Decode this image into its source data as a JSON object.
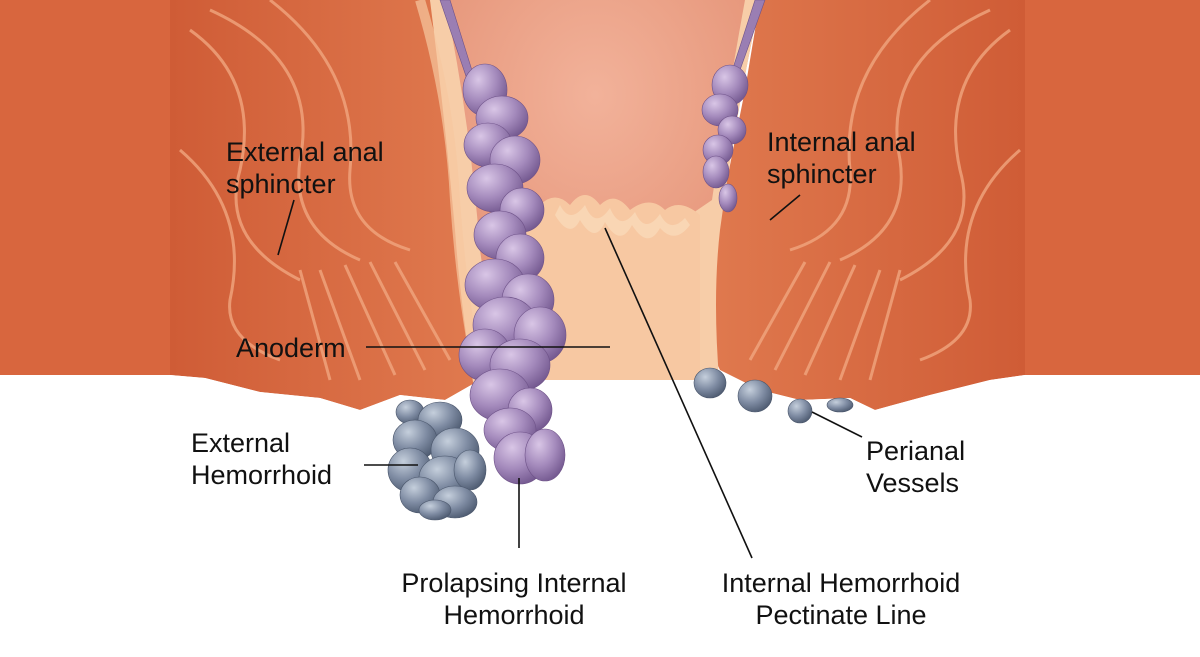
{
  "labels": {
    "external_anal_sphincter": [
      "External anal",
      "sphincter"
    ],
    "internal_anal_sphincter": [
      "Internal anal",
      "sphincter"
    ],
    "anoderm": "Anoderm",
    "external_hemorrhoid": [
      "External",
      "Hemorrhoid"
    ],
    "perianal_vessels": [
      "Perianal",
      "Vessels"
    ],
    "prolapsing_internal_hemorrhoid": [
      "Prolapsing Internal",
      "Hemorrhoid"
    ],
    "internal_hemorrhoid_pectinate_line": [
      "Internal Hemorrhoid",
      "Pectinate Line"
    ]
  },
  "colors": {
    "muscle": "#d8663e",
    "muscle_dark": "#c4552f",
    "muscle_light": "#e88a62",
    "mucosa": "#f6c7a0",
    "lumen": "#f0a98a",
    "internal_hemorrhoid": "#a98bc0",
    "external_hemorrhoid": "#7d8aa3",
    "background": "#ffffff"
  }
}
